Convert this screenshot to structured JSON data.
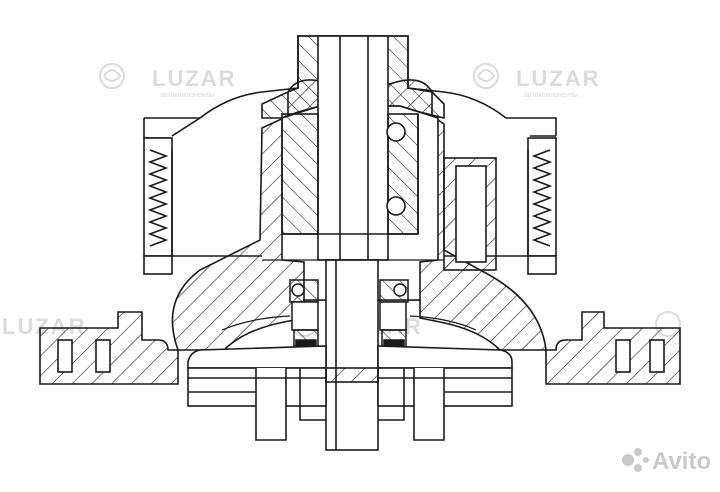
{
  "watermark": {
    "brand": "LUZAR",
    "tagline": "автокомпоненты",
    "color": "#d8d8d8"
  },
  "marketplace_badge": {
    "label": "Avito",
    "color": "#c9c9c9"
  },
  "drawing": {
    "line_color": "#1a1a1a",
    "hatch_color": "#1a1a1a",
    "background": "#ffffff"
  }
}
